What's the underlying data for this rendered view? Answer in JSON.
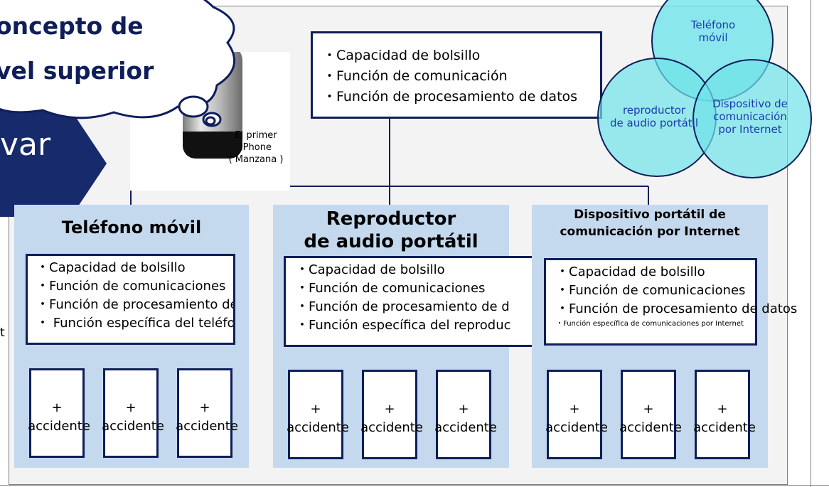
{
  "callout": {
    "line1": "oncepto de",
    "line2": "vel superior"
  },
  "arrow_text": "var",
  "left_edge_char": "t",
  "top_box": {
    "lines": [
      "・Capacidad de bolsillo",
      "・Función de comunicación",
      "・Función de procesamiento de datos"
    ]
  },
  "iphone": {
    "caption_lines": [
      "El primer",
      "iPhone",
      "( Manzana )"
    ]
  },
  "venn": {
    "top": [
      "Teléfono",
      "móvil"
    ],
    "left": [
      "reproductor",
      "de audio portátil"
    ],
    "right": [
      "Dispositivo de",
      "comunicación",
      "por Internet"
    ]
  },
  "panels": [
    {
      "title_lines": [
        "Teléfono móvil"
      ],
      "lines": [
        "・Capacidad de bolsillo",
        "・Función de comunicaciones",
        "・Función de procesamiento de d",
        "・ Función específica del teléfono"
      ],
      "accidents": [
        {
          "plus": "+",
          "label": "accidente"
        },
        {
          "plus": "+",
          "label": "accidente"
        },
        {
          "plus": "+",
          "label": "accidente"
        }
      ]
    },
    {
      "title_lines": [
        "Reproductor",
        "de audio portátil"
      ],
      "lines": [
        "・Capacidad de bolsillo",
        "・Función de comunicaciones",
        "・Función de procesamiento de d",
        "・Función específica del reproduc"
      ],
      "accidents": [
        {
          "plus": "+",
          "label": "accidente"
        },
        {
          "plus": "+",
          "label": "accidente"
        },
        {
          "plus": "+",
          "label": "accidente"
        }
      ]
    },
    {
      "title_lines": [
        "Dispositivo portátil de",
        "comunicación por Internet"
      ],
      "lines": [
        "・Capacidad de bolsillo",
        "・Función de comunicaciones",
        "・Función de procesamiento de datos",
        "・Función específica de comunicaciones por Internet"
      ],
      "accidents": [
        {
          "plus": "+",
          "label": "accidente"
        },
        {
          "plus": "+",
          "label": "accidente"
        },
        {
          "plus": "+",
          "label": "accidente"
        }
      ]
    }
  ],
  "colors": {
    "navy": "#0f1e5a",
    "panel": "#c5d9ee",
    "venn_fill": "#6fe3ea",
    "cloud_border": "#0f1e5a",
    "arrow": "#172a6b"
  }
}
